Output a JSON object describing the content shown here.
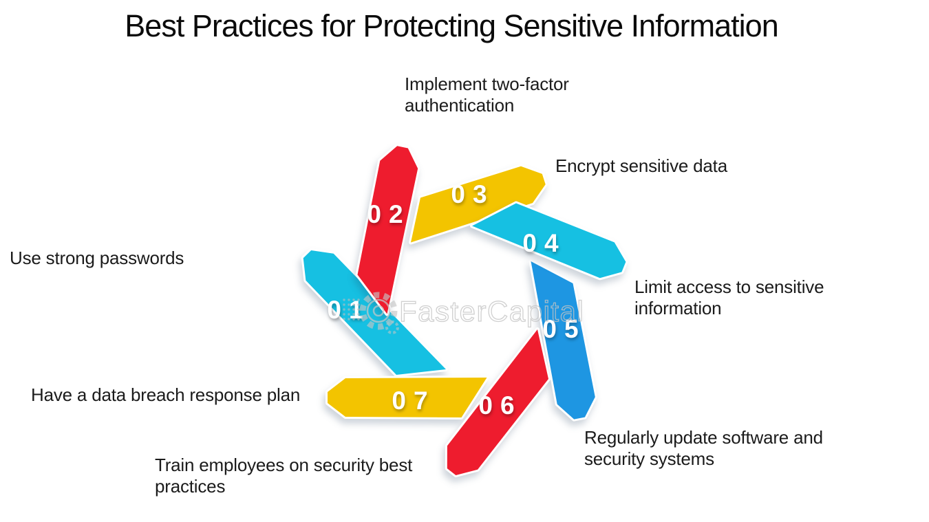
{
  "title": "Best Practices for Protecting Sensitive Information",
  "watermark": {
    "brand": "FasterCapital",
    "icon": "gear-magnifier"
  },
  "diagram": {
    "type": "cycle-arrows",
    "background": "#ffffff",
    "items": [
      {
        "number": "01",
        "label": "Use strong passwords",
        "color": "#16c0e2"
      },
      {
        "number": "02",
        "label": "Implement two-factor authentication",
        "color": "#ee1c2e"
      },
      {
        "number": "03",
        "label": "Encrypt sensitive data",
        "color": "#f3c400"
      },
      {
        "number": "04",
        "label": "Limit access to sensitive information",
        "color": "#16c0e2"
      },
      {
        "number": "05",
        "label": "Regularly update software and security systems",
        "color": "#1e96e2"
      },
      {
        "number": "06",
        "label": "Train employees on security best practices",
        "color": "#ee1c2e"
      },
      {
        "number": "07",
        "label": "Have a data breach response plan",
        "color": "#f3c400"
      }
    ]
  }
}
